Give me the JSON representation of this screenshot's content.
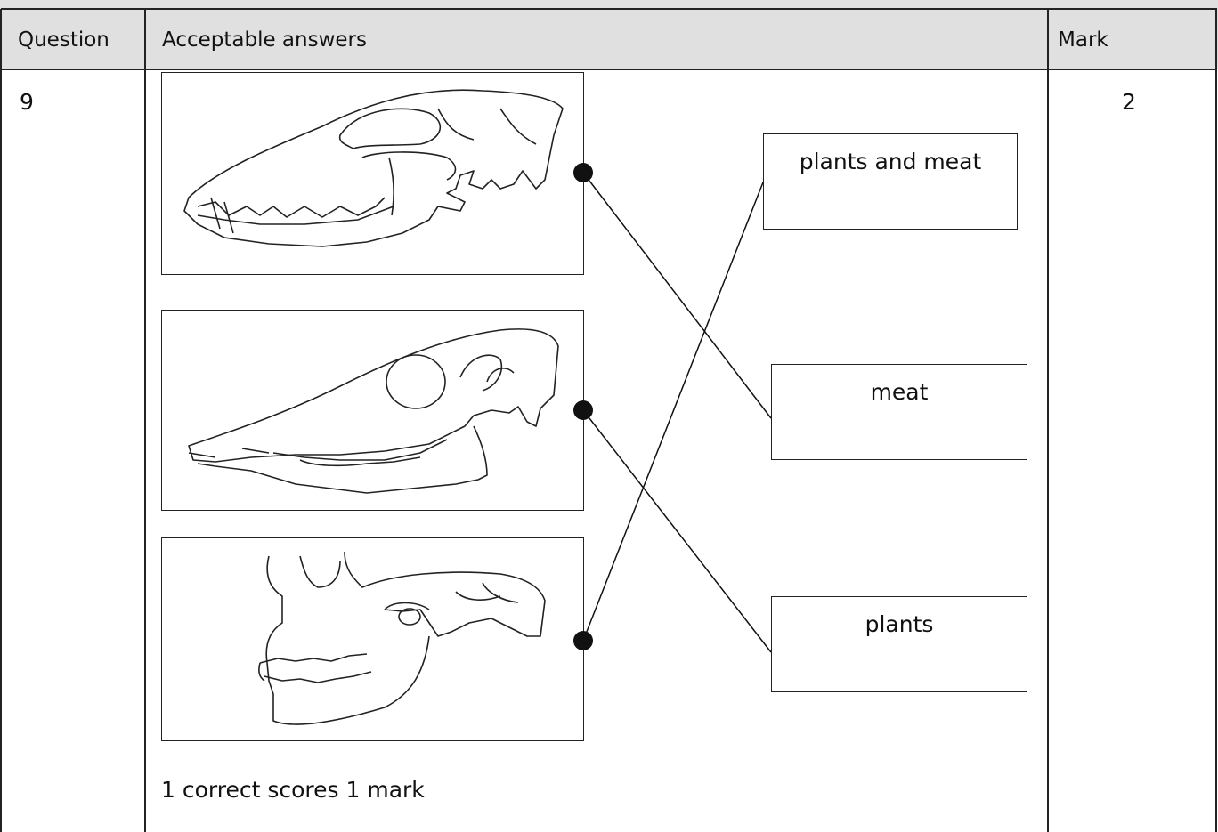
{
  "table": {
    "header": {
      "question": "Question",
      "answers": "Acceptable answers",
      "mark": "Mark"
    },
    "row": {
      "question_number": "9",
      "mark_value": "2",
      "note": "1 correct scores 1 mark"
    }
  },
  "diagram": {
    "skulls": [
      {
        "icon": "dog-skull-icon"
      },
      {
        "icon": "horse-skull-icon"
      },
      {
        "icon": "human-skull-icon"
      }
    ],
    "answer_boxes": [
      {
        "label": "plants and meat"
      },
      {
        "label": "meat"
      },
      {
        "label": "plants"
      }
    ],
    "matches": [
      {
        "skull": 0,
        "answer": "meat"
      },
      {
        "skull": 1,
        "answer": "plants"
      },
      {
        "skull": 2,
        "answer": "plants and meat"
      }
    ]
  }
}
